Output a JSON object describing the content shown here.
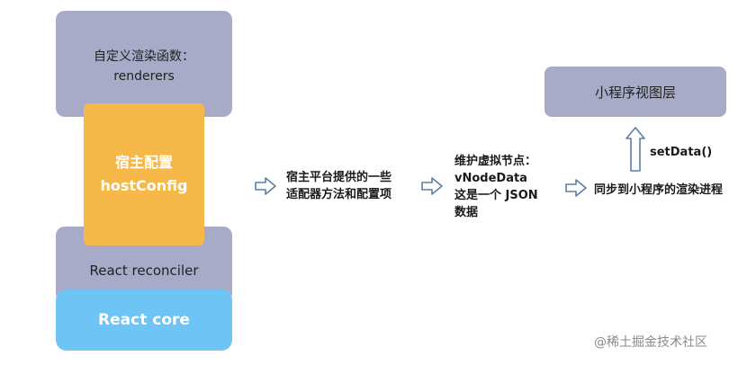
{
  "boxes": {
    "renderers": {
      "line1": "自定义渲染函数：",
      "line2": "renderers"
    },
    "hostconfig": {
      "line1": "宿主配置",
      "line2": "hostConfig"
    },
    "reconciler": {
      "label": "React reconciler"
    },
    "core": {
      "label": "React core"
    },
    "miniprogram_view": {
      "label": "小程序视图层"
    }
  },
  "steps": {
    "host_platform": {
      "line1": "宿主平台提供的一些",
      "line2": "适配器方法和配置项"
    },
    "vnode": {
      "line1": "维护虚拟节点：",
      "line2": "vNodeData",
      "line3": "这是一个 JSON",
      "line4": "数据"
    },
    "sync": {
      "label": "同步到小程序的渲染进程"
    },
    "setdata": {
      "label": "setData()"
    }
  },
  "watermark": "@稀土掘金技术社区",
  "colors": {
    "lavender": "#a7abc8",
    "orange": "#f5b849",
    "blue": "#6ec4f4",
    "arrow": "#5b7fa8"
  }
}
